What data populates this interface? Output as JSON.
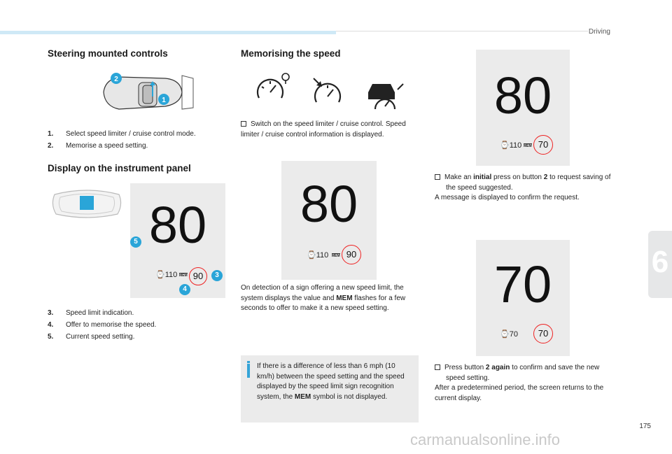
{
  "header": {
    "section": "Driving"
  },
  "chapter": "6",
  "page_number": "175",
  "left": {
    "title1": "Steering mounted controls",
    "steps1": [
      {
        "num": "1.",
        "text": "Select speed limiter / cruise control mode."
      },
      {
        "num": "2.",
        "text": "Memorise a speed setting."
      }
    ],
    "title2": "Display on the instrument panel",
    "display": {
      "current": "80",
      "sign": "110",
      "suggested": "90",
      "mem": "MEM"
    },
    "callouts": [
      "1",
      "2",
      "3",
      "4",
      "5"
    ],
    "steps2": [
      {
        "num": "3.",
        "text": "Speed limit indication."
      },
      {
        "num": "4.",
        "text": "Offer to memorise the speed."
      },
      {
        "num": "5.",
        "text": "Current speed setting."
      }
    ]
  },
  "middle": {
    "title": "Memorising the speed",
    "switch_text": "Switch on the speed limiter / cruise control. Speed limiter / cruise control information is displayed.",
    "display": {
      "current": "80",
      "sign": "110",
      "suggested": "90",
      "mem": "MEM"
    },
    "detection_text_a": "On detection of a sign offering a new speed limit, the system displays the value and ",
    "detection_bold": "MEM",
    "detection_text_b": " flashes for a few seconds to offer to make it a new speed setting.",
    "note_a": "If there is a difference of less than 6 mph (10 km/h) between the speed setting and the speed displayed by the speed limit sign recognition system, the ",
    "note_bold": "MEM",
    "note_b": " symbol is not displayed."
  },
  "right": {
    "display1": {
      "current": "80",
      "sign": "110",
      "suggested": "70",
      "mem": "MEM"
    },
    "step1_a": "Make an ",
    "step1_bold": "initial",
    "step1_b": " press on button ",
    "step1_bold2": "2",
    "step1_c": " to request saving of the speed suggested.",
    "step1_after": "A message is displayed to confirm the request.",
    "display2": {
      "current": "70",
      "sign": "70",
      "suggested": "70"
    },
    "step2_a": "Press button ",
    "step2_bold": "2 again",
    "step2_b": " to confirm and save the new speed setting.",
    "step2_after": "After a predetermined period, the screen returns to the current display."
  },
  "colors": {
    "accent": "#2aa5d8",
    "limit_ring": "#e22222",
    "panel": "#ebebeb"
  },
  "watermark": "carmanualsonline.info"
}
